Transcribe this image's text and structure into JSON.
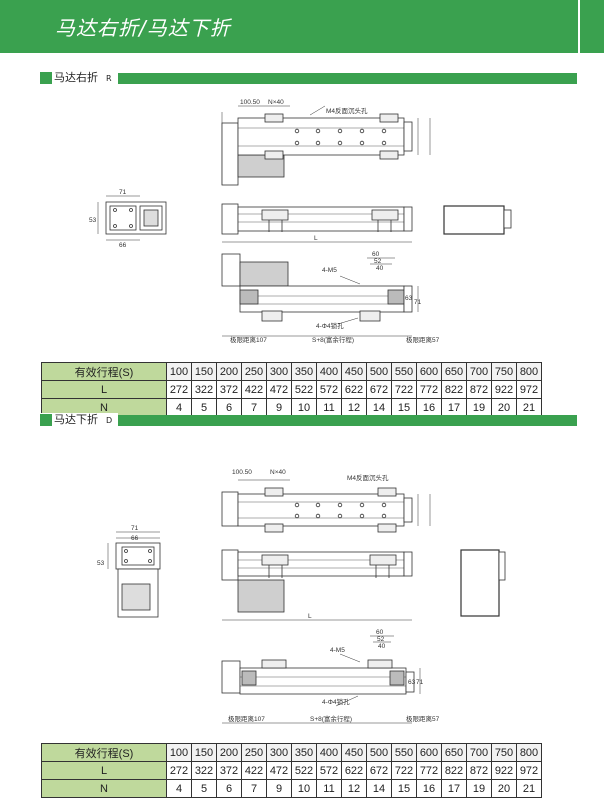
{
  "header": {
    "title": "马达右折/马达下折"
  },
  "sections": [
    {
      "title": "马达右折",
      "code": "R"
    },
    {
      "title": "马达下折",
      "code": "D"
    }
  ],
  "drawing_labels": {
    "d1": "100.50",
    "d2": "N×40",
    "hole": "M4反面沉头孔",
    "w71": "71",
    "w66": "66",
    "h53": "53",
    "len": "L",
    "m5": "4-M5",
    "d60": "60",
    "d52": "52",
    "d40": "40",
    "h63": "63",
    "h71": "71",
    "slot": "4-Φ4锁孔",
    "lim1": "极限距离107",
    "travel": "S+8(富余行程)",
    "lim2": "极限距离57"
  },
  "table_R": {
    "rows": [
      {
        "label": "有效行程(S)",
        "cells": [
          "100",
          "150",
          "200",
          "250",
          "300",
          "350",
          "400",
          "450",
          "500",
          "550",
          "600",
          "650",
          "700",
          "750",
          "800"
        ]
      },
      {
        "label": "L",
        "cells": [
          "272",
          "322",
          "372",
          "422",
          "472",
          "522",
          "572",
          "622",
          "672",
          "722",
          "772",
          "822",
          "872",
          "922",
          "972"
        ]
      },
      {
        "label": "N",
        "cells": [
          "4",
          "5",
          "6",
          "7",
          "9",
          "10",
          "11",
          "12",
          "14",
          "15",
          "16",
          "17",
          "19",
          "20",
          "21"
        ]
      }
    ]
  },
  "table_D": {
    "rows": [
      {
        "label": "有效行程(S)",
        "cells": [
          "100",
          "150",
          "200",
          "250",
          "300",
          "350",
          "400",
          "450",
          "500",
          "550",
          "600",
          "650",
          "700",
          "750",
          "800"
        ]
      },
      {
        "label": "L",
        "cells": [
          "272",
          "322",
          "372",
          "422",
          "472",
          "522",
          "572",
          "622",
          "672",
          "722",
          "772",
          "822",
          "872",
          "922",
          "972"
        ]
      },
      {
        "label": "N",
        "cells": [
          "4",
          "5",
          "6",
          "7",
          "9",
          "10",
          "11",
          "12",
          "14",
          "15",
          "16",
          "17",
          "19",
          "20",
          "21"
        ]
      }
    ]
  }
}
